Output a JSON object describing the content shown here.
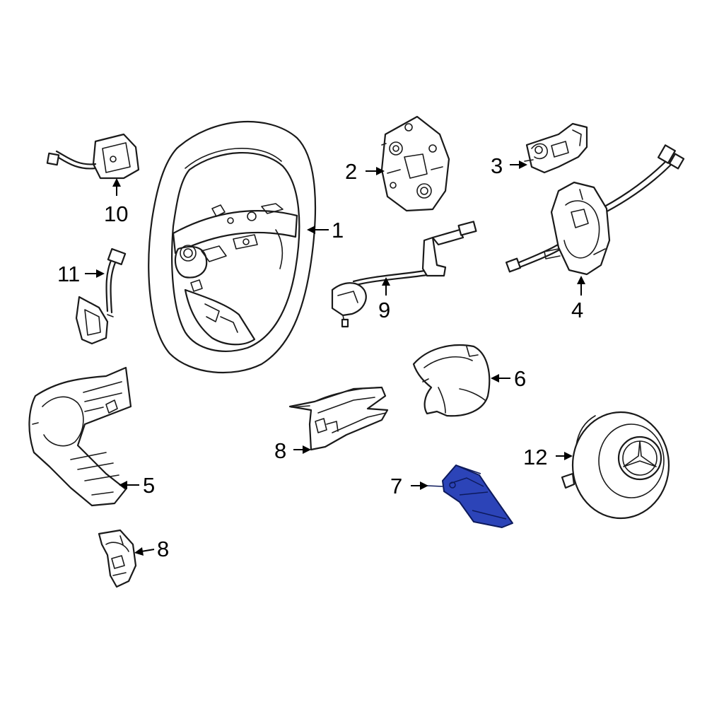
{
  "callouts": {
    "c1": "1",
    "c2": "2",
    "c3": "3",
    "c4": "4",
    "c5": "5",
    "c6": "6",
    "c7": "7",
    "c8a": "8",
    "c8b": "8",
    "c9": "9",
    "c10": "10",
    "c11": "11",
    "c12": "12"
  },
  "colors": {
    "highlight": "#2c44b8",
    "line": "#1a1a1a",
    "background": "#ffffff"
  },
  "highlighted_part": "7"
}
